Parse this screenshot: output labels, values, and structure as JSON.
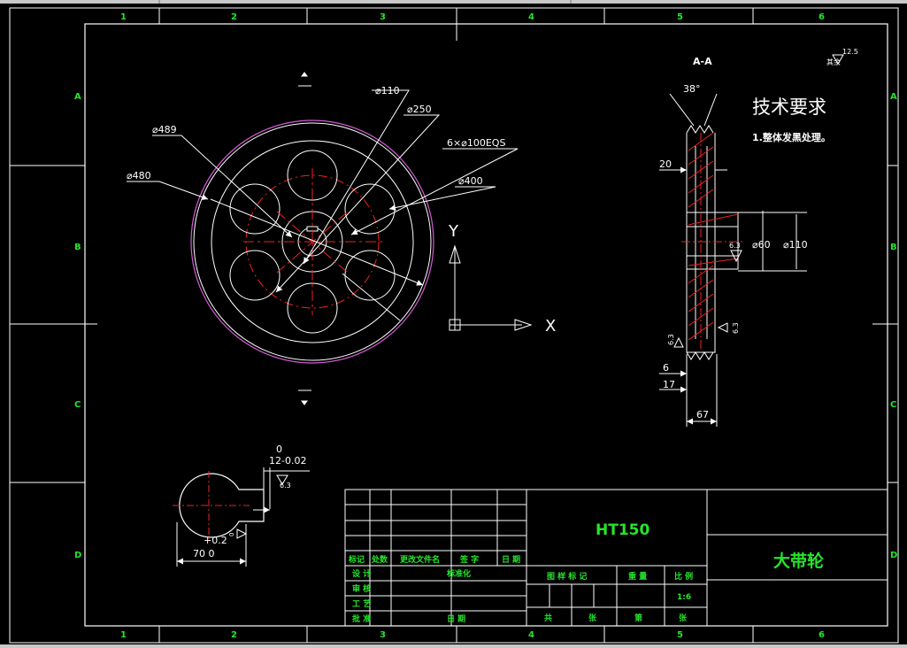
{
  "frame": {
    "col_labels_top": [
      "1",
      "2",
      "3",
      "4",
      "5",
      "6"
    ],
    "col_labels_bottom": [
      "1",
      "2",
      "3",
      "4",
      "5",
      "6"
    ],
    "row_labels_left": [
      "A",
      "B",
      "C",
      "D"
    ],
    "row_labels_right": [
      "A",
      "B",
      "C",
      "D"
    ]
  },
  "front_view": {
    "d_489": "⌀489",
    "d_480": "⌀480",
    "d_110": "⌀110",
    "d_250": "⌀250",
    "holes": "6×⌀100EQS",
    "d_400": "⌀400",
    "axis_x": "X",
    "axis_y": "Y"
  },
  "section": {
    "title": "A-A",
    "angle": "38°",
    "dim_20": "20",
    "dim_6": "6",
    "dim_17": "17",
    "dim_67": "67",
    "d_60": "⌀60",
    "d_110": "⌀110",
    "rough_bore": "6.3",
    "rough_left": "6.3",
    "rough_right": "6.3",
    "rough_corner_value": "12.5",
    "rough_corner_label": "其余"
  },
  "tech": {
    "heading": "技术要求",
    "item1": "1.整体发黑处理。"
  },
  "keyway": {
    "tol_upper": "0",
    "width": "12-0.02",
    "rough": "6.3",
    "depth_tol": "+0.2",
    "depth_tol_lower": "0",
    "depth": "70 0"
  },
  "title_block": {
    "material": "HT150",
    "part_name": "大带轮",
    "hdr_mark": "标记",
    "hdr_count": "处数",
    "hdr_doc": "更改文件名",
    "hdr_sign": "签 字",
    "hdr_date": "日 期",
    "design": "设 计",
    "standardized": "标准化",
    "check": "审 核",
    "process": "工 艺",
    "approve": "批 准",
    "date2": "日 期",
    "stage_mark": "图 样 标 记",
    "weight": "重 量",
    "scale_label": "比 例",
    "scale_value": "1:6",
    "total": "共",
    "sheet": "张",
    "nth": "第",
    "sheet2": "张"
  }
}
